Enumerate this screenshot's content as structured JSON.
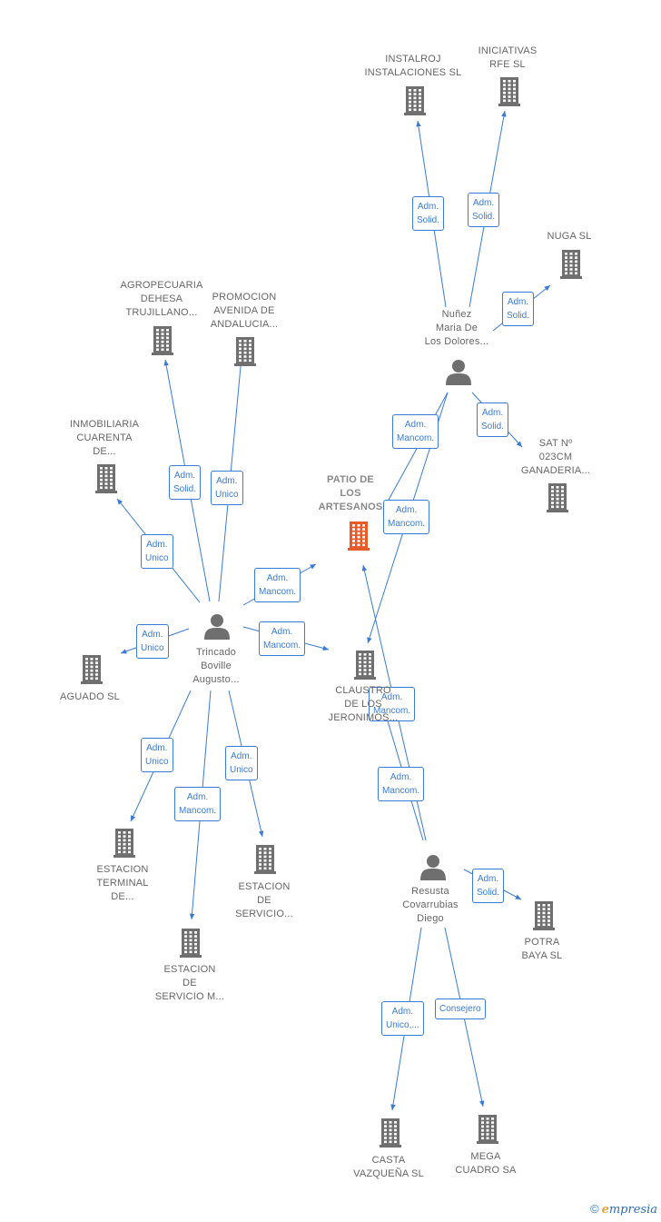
{
  "colors": {
    "edge": "#3a7bd5",
    "icon": "#6f6f6f",
    "main_icon": "#e85a2a",
    "label": "#666666"
  },
  "nodes": [
    {
      "id": "patio",
      "type": "company",
      "main": true,
      "label": [
        "PATIO DE",
        "LOS",
        "ARTESANOS"
      ]
    },
    {
      "id": "instaloj",
      "type": "company",
      "label": [
        "INSTALROJ",
        "INSTALACIONES SL"
      ]
    },
    {
      "id": "iniciativas",
      "type": "company",
      "label": [
        "INICIATIVAS",
        "RFE SL"
      ]
    },
    {
      "id": "nuga",
      "type": "company",
      "label": [
        "NUGA SL"
      ]
    },
    {
      "id": "nunez",
      "type": "person",
      "label": [
        "Nuñez",
        "Maria De",
        "Los Dolores..."
      ]
    },
    {
      "id": "sat",
      "type": "company",
      "label": [
        "SAT Nº",
        "023CM",
        "GANADERIA..."
      ]
    },
    {
      "id": "agropecuaria",
      "type": "company",
      "label": [
        "AGROPECUARIA",
        "DEHESA",
        "TRUJILLANO..."
      ]
    },
    {
      "id": "promocion",
      "type": "company",
      "label": [
        "PROMOCION",
        "AVENIDA DE",
        "ANDALUCIA..."
      ]
    },
    {
      "id": "inmobiliaria",
      "type": "company",
      "label": [
        "INMOBILIARIA",
        "CUARENTA",
        "DE..."
      ]
    },
    {
      "id": "trincado",
      "type": "person",
      "label": [
        "Trincado",
        "Boville",
        "Augusto..."
      ]
    },
    {
      "id": "aguado",
      "type": "company",
      "label": [
        "AGUADO SL"
      ]
    },
    {
      "id": "claustro",
      "type": "company",
      "label": [
        "CLAUSTRO",
        "DE LOS",
        "JERONIMOS..."
      ]
    },
    {
      "id": "estacion_terminal",
      "type": "company",
      "label": [
        "ESTACION",
        "TERMINAL",
        "DE..."
      ]
    },
    {
      "id": "estacion_servicio_m",
      "type": "company",
      "label": [
        "ESTACION",
        "DE",
        "SERVICIO M..."
      ]
    },
    {
      "id": "estacion_servicio",
      "type": "company",
      "label": [
        "ESTACION",
        "DE",
        "SERVICIO..."
      ]
    },
    {
      "id": "resusta",
      "type": "person",
      "label": [
        "Resusta",
        "Covarrubias",
        "Diego"
      ]
    },
    {
      "id": "potra",
      "type": "company",
      "label": [
        "POTRA",
        "BAYA SL"
      ]
    },
    {
      "id": "casta",
      "type": "company",
      "label": [
        "CASTA",
        "VAZQUEÑA SL"
      ]
    },
    {
      "id": "mega",
      "type": "company",
      "label": [
        "MEGA",
        "CUADRO SA"
      ]
    }
  ],
  "edges": [
    {
      "from": "nunez",
      "to": "instaloj",
      "label": [
        "Adm.",
        "Solid."
      ]
    },
    {
      "from": "nunez",
      "to": "iniciativas",
      "label": [
        "Adm.",
        "Solid."
      ]
    },
    {
      "from": "nunez",
      "to": "nuga",
      "label": [
        "Adm.",
        "Solid."
      ]
    },
    {
      "from": "nunez",
      "to": "sat",
      "label": [
        "Adm.",
        "Solid."
      ]
    },
    {
      "from": "nunez",
      "to": "patio",
      "label": [
        "Adm.",
        "Mancom."
      ]
    },
    {
      "from": "nunez",
      "to": "claustro",
      "label": [
        "Adm.",
        "Mancom."
      ]
    },
    {
      "from": "trincado",
      "to": "agropecuaria",
      "label": [
        "Adm.",
        "Solid."
      ]
    },
    {
      "from": "trincado",
      "to": "promocion",
      "label": [
        "Adm.",
        "Unico"
      ]
    },
    {
      "from": "trincado",
      "to": "inmobiliaria",
      "label": [
        "Adm.",
        "Unico"
      ]
    },
    {
      "from": "trincado",
      "to": "aguado",
      "label": [
        "Adm.",
        "Unico"
      ]
    },
    {
      "from": "trincado",
      "to": "patio",
      "label": [
        "Adm.",
        "Mancom."
      ]
    },
    {
      "from": "trincado",
      "to": "claustro",
      "label": [
        "Adm.",
        "Mancom."
      ]
    },
    {
      "from": "trincado",
      "to": "estacion_terminal",
      "label": [
        "Adm.",
        "Unico"
      ]
    },
    {
      "from": "trincado",
      "to": "estacion_servicio_m",
      "label": [
        "Adm.",
        "Mancom."
      ]
    },
    {
      "from": "trincado",
      "to": "estacion_servicio",
      "label": [
        "Adm.",
        "Unico"
      ]
    },
    {
      "from": "resusta",
      "to": "claustro",
      "label": [
        "Adm.",
        "Mancom."
      ]
    },
    {
      "from": "resusta",
      "to": "patio",
      "label": [
        "Adm.",
        "Mancom."
      ]
    },
    {
      "from": "resusta",
      "to": "potra",
      "label": [
        "Adm.",
        "Solid."
      ]
    },
    {
      "from": "resusta",
      "to": "casta",
      "label": [
        "Adm.",
        "Unico,..."
      ]
    },
    {
      "from": "resusta",
      "to": "mega",
      "label": [
        "Consejero"
      ]
    }
  ],
  "footer": {
    "copyright": "©",
    "brand_first": "e",
    "brand_rest": "mpresia"
  }
}
